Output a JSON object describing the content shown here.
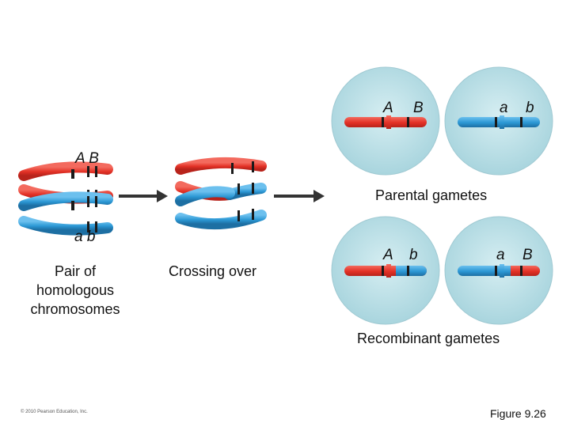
{
  "labels": {
    "pair_top": "A  B",
    "pair_bottom": "a  b",
    "pair_caption_1": "Pair of",
    "pair_caption_2": "homologous",
    "pair_caption_3": "chromosomes",
    "crossing_over": "Crossing over",
    "parental_gametes": "Parental gametes",
    "recombinant_gametes": "Recombinant gametes",
    "figure": "Figure 9.26",
    "copyright": "© 2010 Pearson Education, Inc."
  },
  "gametes": {
    "parental_1": {
      "gene_left": "A",
      "gene_right": "B"
    },
    "parental_2": {
      "gene_left": "a",
      "gene_right": "b"
    },
    "recombinant_1": {
      "gene_left": "A",
      "gene_right": "b"
    },
    "recombinant_2": {
      "gene_left": "a",
      "gene_right": "B"
    }
  },
  "colors": {
    "maternal": "#e8342a",
    "paternal": "#2f9bd6",
    "cell_fill": "#bfe0e6",
    "arrow": "#333333",
    "band": "#1a1a1a"
  }
}
